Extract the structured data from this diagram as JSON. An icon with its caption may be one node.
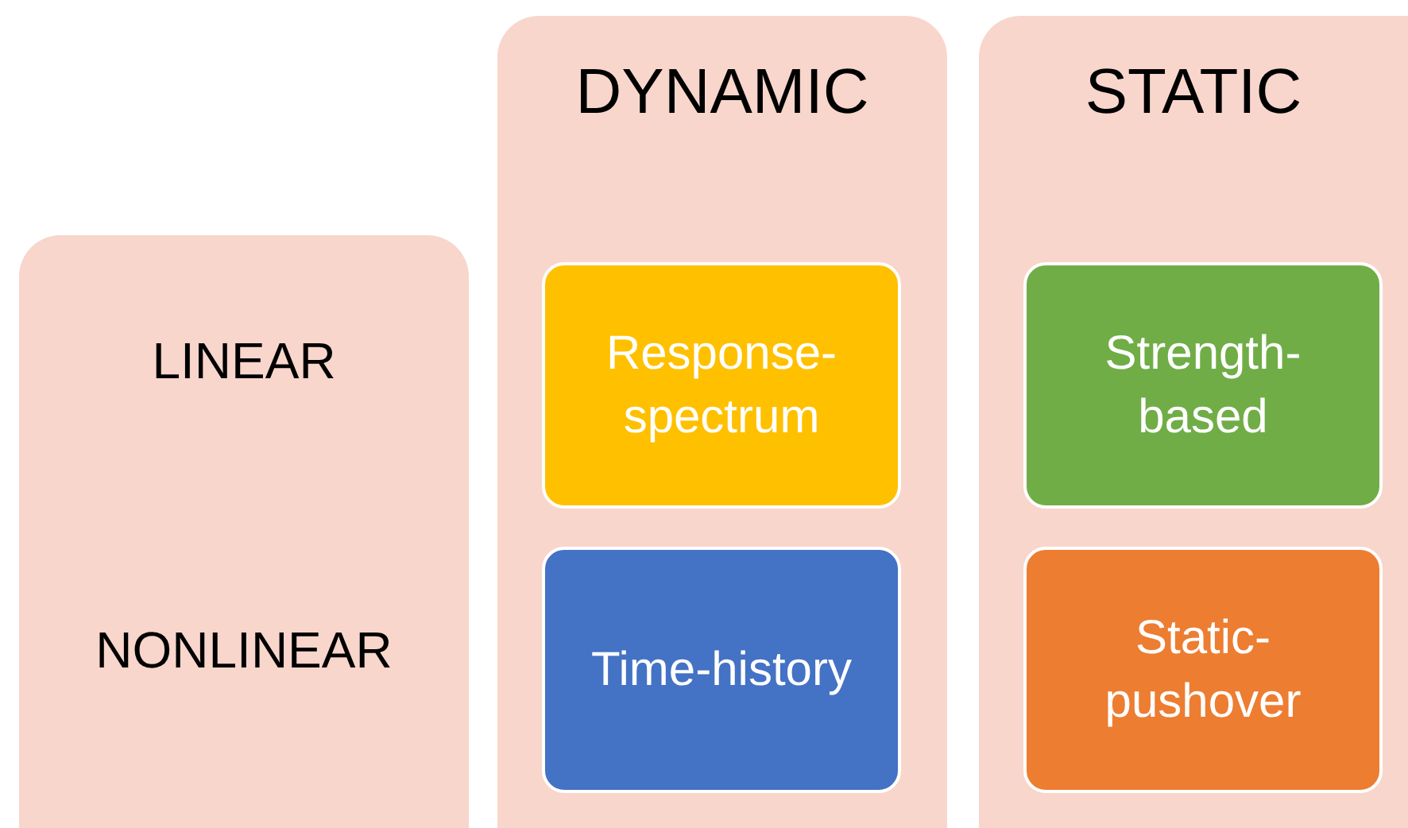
{
  "diagram": {
    "nodes": [
      {
        "text": [
          "LINEAR",
          "NONLINEAR"
        ]
      },
      {
        "text": [
          "DYNAMIC"
        ]
      },
      {
        "text": [
          "Response-spectrum"
        ],
        "in": 1
      },
      {
        "text": [
          "Time-history"
        ],
        "in": 1
      },
      {
        "text": [
          "STATIC"
        ]
      },
      {
        "text": [
          "Strength-based"
        ],
        "in": 4
      },
      {
        "text": [
          "Static-pushover"
        ],
        "in": 4
      }
    ]
  }
}
